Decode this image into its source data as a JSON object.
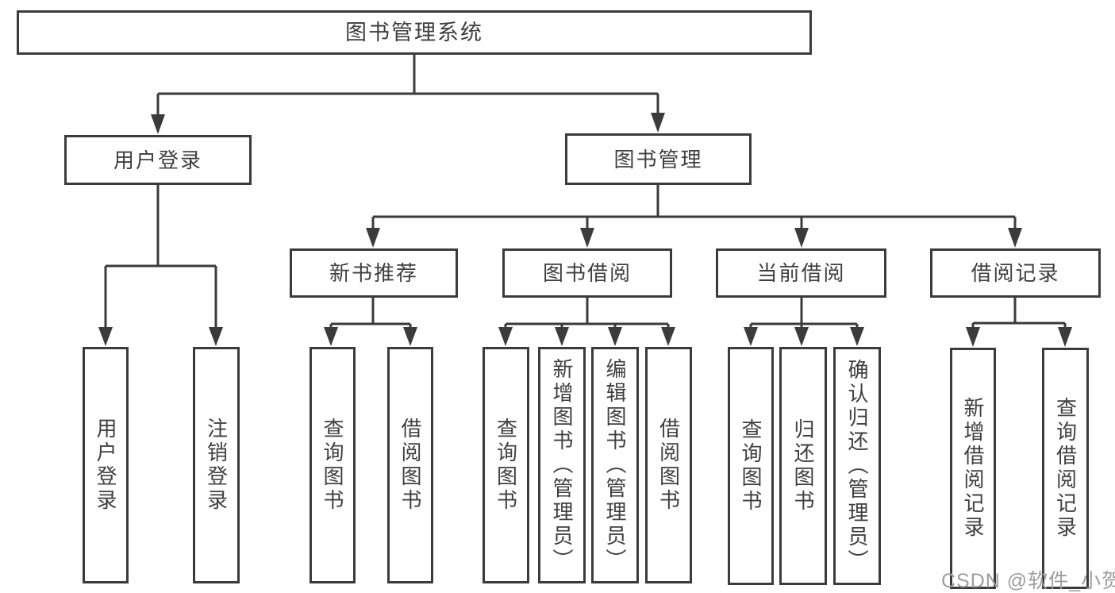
{
  "diagram": {
    "root": {
      "label": "图书管理系统"
    },
    "level2": [
      {
        "label": "用户登录"
      },
      {
        "label": "图书管理"
      }
    ],
    "level3": [
      {
        "label": "新书推荐"
      },
      {
        "label": "图书借阅"
      },
      {
        "label": "当前借阅"
      },
      {
        "label": "借阅记录"
      }
    ],
    "leaves": [
      {
        "label": "用户登录"
      },
      {
        "label": "注销登录"
      },
      {
        "label": "查询图书"
      },
      {
        "label": "借阅图书"
      },
      {
        "label": "查询图书"
      },
      {
        "label": "新增图书（管理员）"
      },
      {
        "label": "编辑图书（管理员）"
      },
      {
        "label": "借阅图书"
      },
      {
        "label": "查询图书"
      },
      {
        "label": "归还图书"
      },
      {
        "label": "确认归还（管理员）"
      },
      {
        "label": "新增借阅记录"
      },
      {
        "label": "查询借阅记录"
      }
    ],
    "watermark": "CSDN @软件_小贺同学",
    "colors": {
      "line": "#3b3b3b",
      "text": "#3f3f3f",
      "watermark": "#9e9e9e",
      "background": "#ffffff"
    }
  }
}
